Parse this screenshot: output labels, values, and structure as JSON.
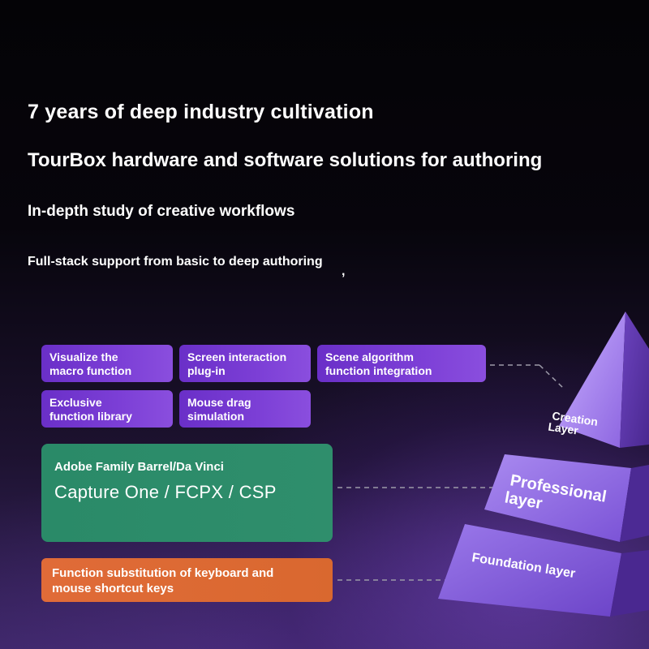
{
  "headings": {
    "line1": "7 years of deep industry cultivation",
    "line2": "TourBox hardware and software solutions for authoring",
    "line3": "In-depth study of creative workflows",
    "line4": "Full-stack support from basic to deep authoring",
    "line4_mark": ","
  },
  "creation_features": [
    {
      "line1": "Visualize the",
      "line2": "macro function"
    },
    {
      "line1": "Screen interaction",
      "line2": "plug-in"
    },
    {
      "line1": "Scene algorithm",
      "line2": "function integration"
    },
    {
      "line1": "Exclusive",
      "line2": "function library"
    },
    {
      "line1": "Mouse drag",
      "line2": "simulation"
    }
  ],
  "professional_box": {
    "line1": "Adobe Family Barrel/Da Vinci",
    "line2": "Capture One / FCPX / CSP"
  },
  "foundation_box": {
    "line1": "Function substitution of keyboard and",
    "line2": "mouse shortcut keys"
  },
  "pyramid": {
    "creation_line1": "Creation",
    "creation_line2": "Layer",
    "professional_line1": "Professional",
    "professional_line2": "layer",
    "foundation": "Foundation layer"
  },
  "colors": {
    "purple_box": "#7038cf",
    "green_box": "#2d8c6a",
    "orange_box": "#dc6a33",
    "pyramid_light": "#b497f0",
    "pyramid_dark": "#5b34a8"
  }
}
